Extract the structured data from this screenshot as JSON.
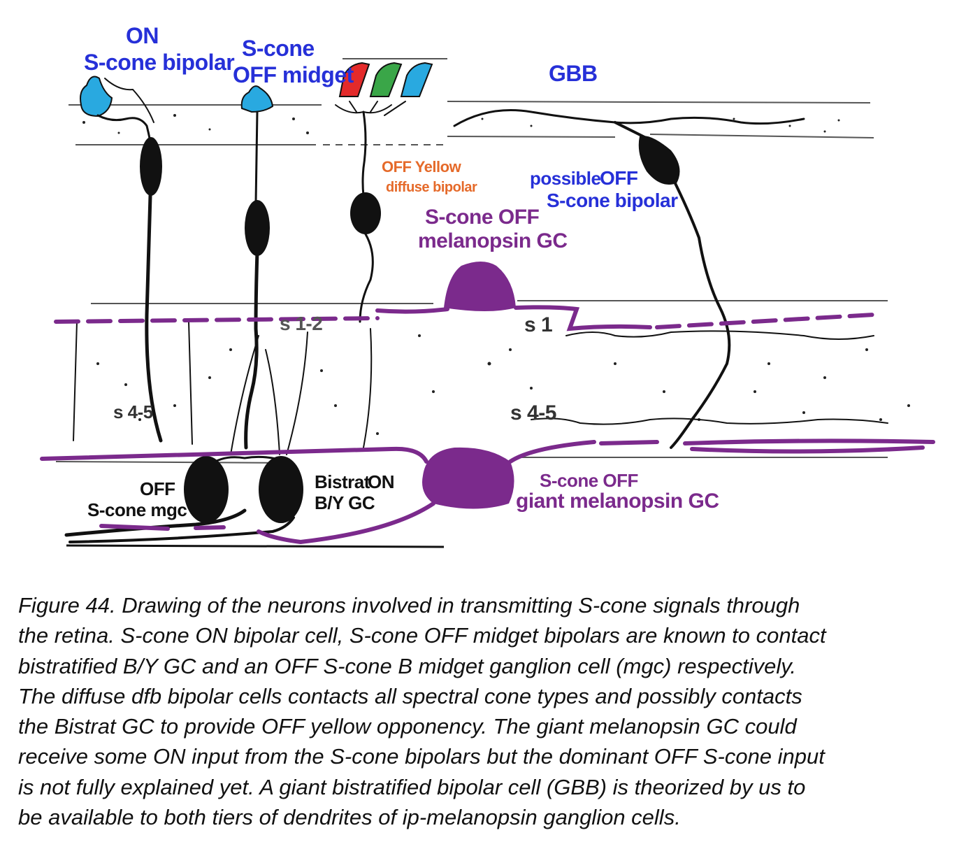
{
  "labels": {
    "on_bipolar_1": "ON",
    "on_bipolar_2": "S-cone bipolar",
    "off_midget_1": "S-cone",
    "off_midget_2": "OFF midget",
    "gbb": "GBB",
    "off_yellow_1": "OFF Yellow",
    "off_yellow_2": "diffuse bipolar",
    "possible_off_1a": "possible",
    "possible_off_1b": "OFF",
    "possible_off_2": "S-cone bipolar",
    "melanopsin_1": "S-cone OFF",
    "melanopsin_2": "melanopsin GC",
    "s12": "s 1-2",
    "s1": "s 1",
    "s45_left": "s 4-5",
    "s45_right": "s 4-5",
    "off_mgc_1": "OFF",
    "off_mgc_2": "S-cone  mgc",
    "bistrat_1a": "Bistrat",
    "bistrat_1b": "ON",
    "bistrat_2": "B/Y GC",
    "giant_1": "S-cone OFF",
    "giant_2": "giant melanopsin GC"
  },
  "caption": [
    "Figure 44. Drawing of the neurons involved in transmitting S-cone signals through",
    "the retina. S-cone ON bipolar cell, S-cone OFF midget bipolars are known to contact",
    "bistratified B/Y GC and an OFF S-cone B midget ganglion cell (mgc) respectively.",
    "The diffuse dfb bipolar cells contacts all spectral cone types and possibly contacts",
    "the Bistrat GC to provide OFF yellow opponency. The giant melanopsin GC could",
    "receive some ON input from the S-cone bipolars but the dominant OFF S-cone input",
    "is not fully explained yet. A giant bistratified bipolar cell (GBB) is theorized by us to",
    "be available to both tiers of dendrites of  ip-melanopsin ganglion cells."
  ],
  "colors": {
    "blue_label": "#2630d8",
    "purple": "#7b2a8c",
    "orange": "#e56a2a",
    "s_cone": "#29a9e0",
    "m_cone": "#3aa648",
    "l_cone": "#e32a2a"
  }
}
